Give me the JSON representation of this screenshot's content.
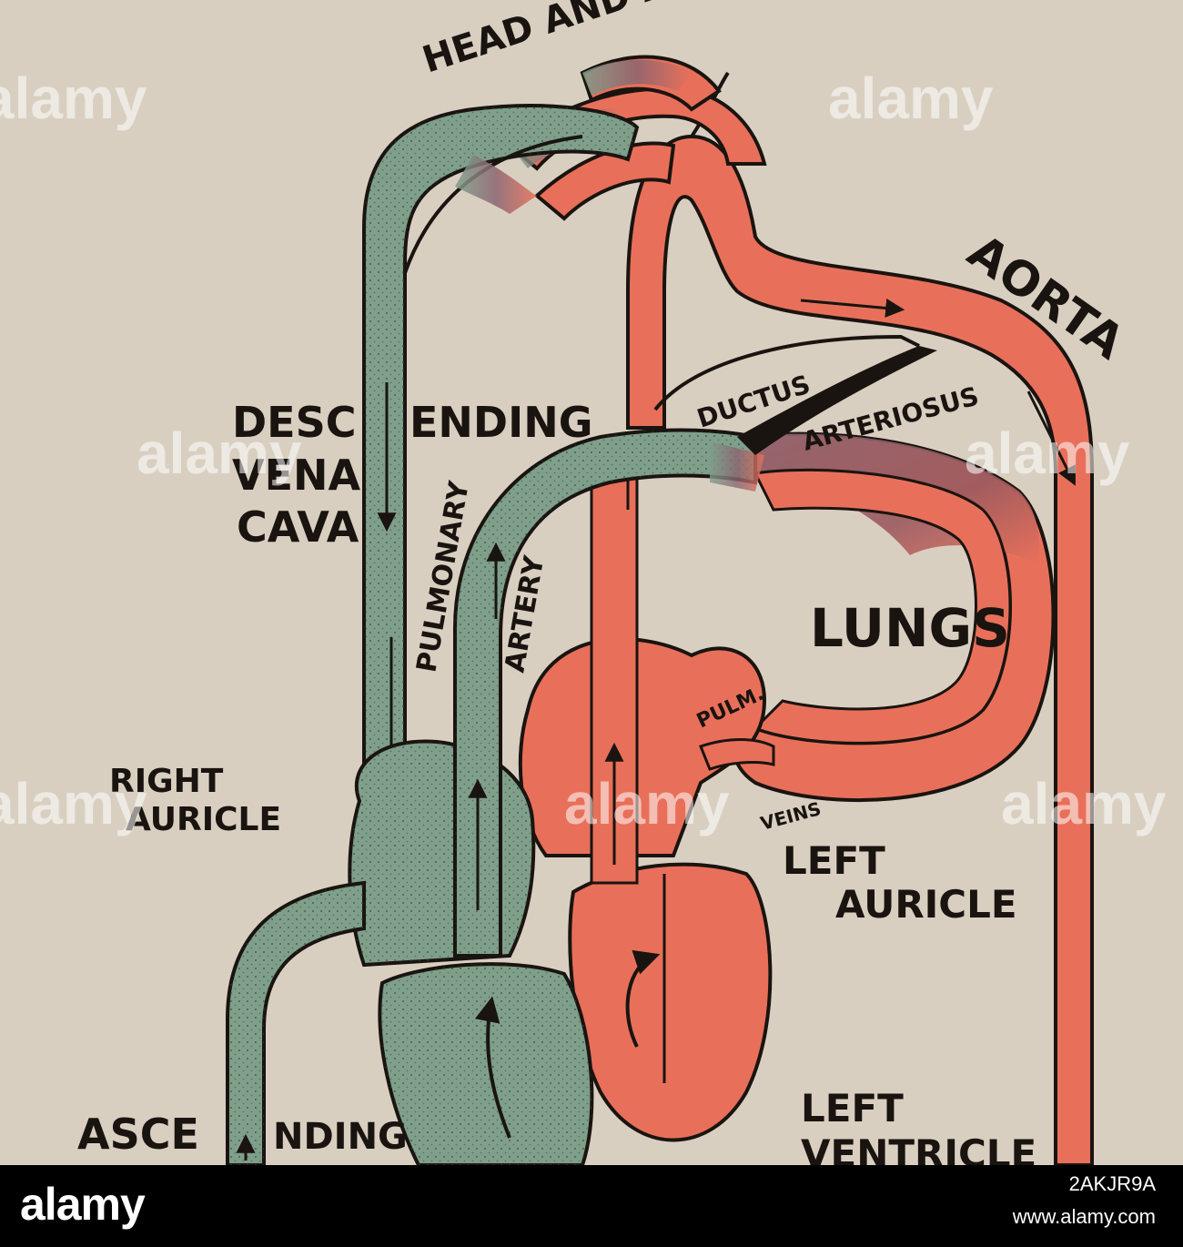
{
  "labels": {
    "head_and_arms": "HEAD AND ARMS",
    "aorta": "AORTA",
    "ductus": "DUCTUS",
    "arteriosus": "ARTERIOSUS",
    "descending_1": "DESC",
    "descending_2": "ENDING",
    "vena": "VENA",
    "cava": "CAVA",
    "pulmonary": "PULMONARY",
    "artery": "ARTERY",
    "lungs": "LUNGS",
    "pulm": "PULM.",
    "veins": "VEINS",
    "right_auricle_1": "RIGHT",
    "right_auricle_2": "AURICLE",
    "left_auricle_1": "LEFT",
    "left_auricle_2": "AURICLE",
    "ascending_1": "ASCE",
    "ascending_2": "NDING",
    "left_ventricle_1": "LEFT",
    "left_ventricle_2": "VENTRICLE"
  },
  "watermark": {
    "text": "alamy",
    "logo": "alamy",
    "image_id": "2AKJR9A",
    "site": "www.alamy.com"
  },
  "colors": {
    "background": "#d9cfc1",
    "arterial_red": "#e8705a",
    "venous_green": "#7f9f8a",
    "mixed_purple": "#8a6470",
    "outline": "#1a1410"
  }
}
